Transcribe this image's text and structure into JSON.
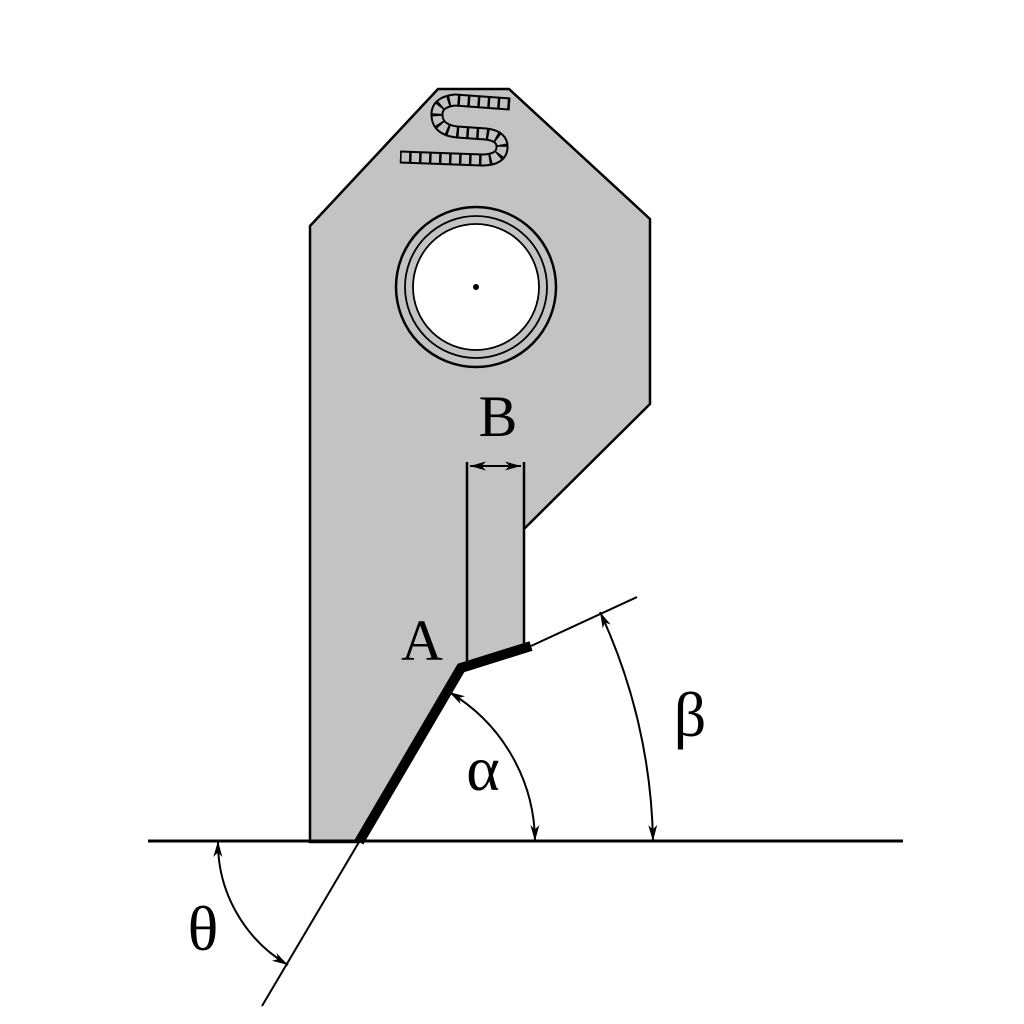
{
  "figure": {
    "description": "Technical diagram of a soil-engaging tool shank with cutting point and angle annotations",
    "labels": {
      "point_a": "A",
      "width_b": "B",
      "angle_alpha": "α",
      "angle_beta": "β",
      "angle_theta": "θ",
      "marking": "S"
    },
    "colors": {
      "body_fill": "#c3c3c3",
      "line": "#000000",
      "hole_fill": "#ffffff",
      "background": "#ffffff"
    }
  }
}
